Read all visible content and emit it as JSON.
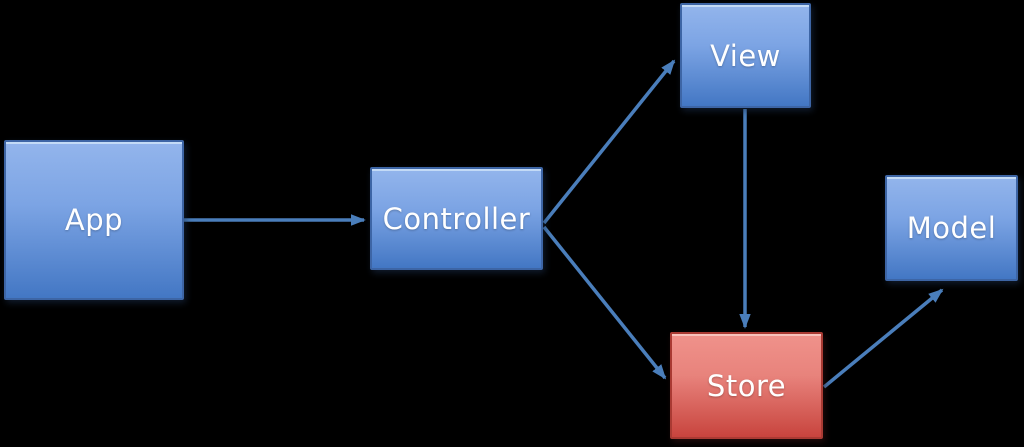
{
  "diagram": {
    "title": "App / Controller / View / Store / Model flow diagram",
    "background_color": "#000000",
    "arrow_color": "#4A7EBB",
    "text_color": "#FFFFFF",
    "node_styles": {
      "blue": {
        "fill_top": "#93B5EC",
        "fill_bottom": "#4377C4",
        "border": "#3D65A5"
      },
      "red": {
        "fill_top": "#F0928B",
        "fill_bottom": "#C8443E",
        "border": "#A93A33"
      }
    },
    "nodes": [
      {
        "id": "app",
        "label": "App",
        "style": "blue"
      },
      {
        "id": "controller",
        "label": "Controller",
        "style": "blue"
      },
      {
        "id": "view",
        "label": "View",
        "style": "blue"
      },
      {
        "id": "store",
        "label": "Store",
        "style": "red"
      },
      {
        "id": "model",
        "label": "Model",
        "style": "blue"
      }
    ],
    "edges": [
      {
        "from": "App",
        "to": "Controller"
      },
      {
        "from": "Controller",
        "to": "View"
      },
      {
        "from": "Controller",
        "to": "Store"
      },
      {
        "from": "View",
        "to": "Store"
      },
      {
        "from": "Store",
        "to": "Model"
      }
    ]
  }
}
